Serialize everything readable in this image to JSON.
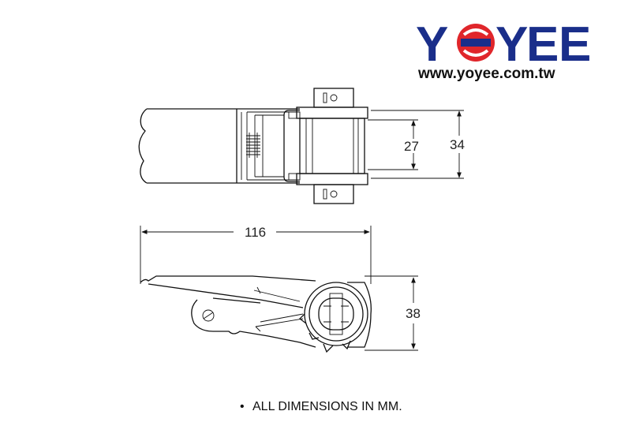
{
  "logo": {
    "letters": [
      "Y",
      "O",
      "Y",
      "E",
      "E"
    ],
    "url": "www.yoyee.com.tw",
    "colors": {
      "brand_blue": "#1a2e8a",
      "brand_red": "#e0262b"
    }
  },
  "dimensions": {
    "inner_width": "27",
    "outer_width": "34",
    "length": "116",
    "height": "38"
  },
  "note": {
    "bullet": "•",
    "text": "ALL DIMENSIONS IN MM."
  }
}
